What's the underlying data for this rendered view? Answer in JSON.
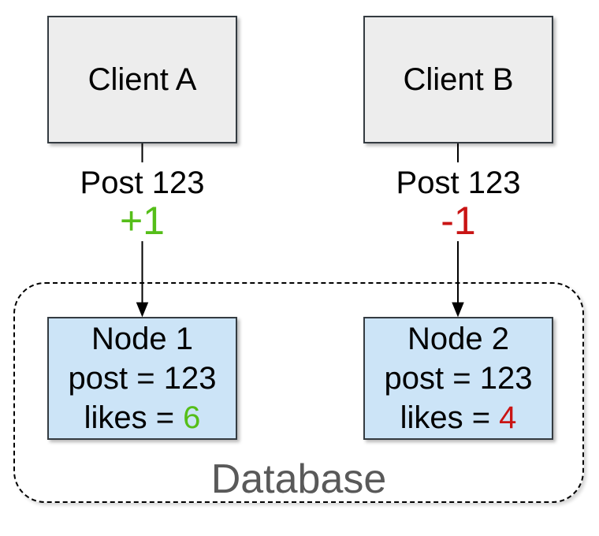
{
  "colors": {
    "green": "#55BE19",
    "red": "#C91414",
    "client_fill": "#EDEDED",
    "node_fill": "#CCE4F7",
    "box_border": "#343B41",
    "database_label_gray": "#595959",
    "connector_black": "#000000"
  },
  "clients": [
    {
      "label": "Client A",
      "post_label": "Post 123",
      "operation": "+1"
    },
    {
      "label": "Client B",
      "post_label": "Post 123",
      "operation": "-1"
    }
  ],
  "database": {
    "label": "Database",
    "nodes": [
      {
        "title": "Node 1",
        "post_line": "post = 123",
        "likes_prefix": "likes = ",
        "likes_value": "6"
      },
      {
        "title": "Node 2",
        "post_line": "post = 123",
        "likes_prefix": "likes = ",
        "likes_value": "4"
      }
    ]
  }
}
